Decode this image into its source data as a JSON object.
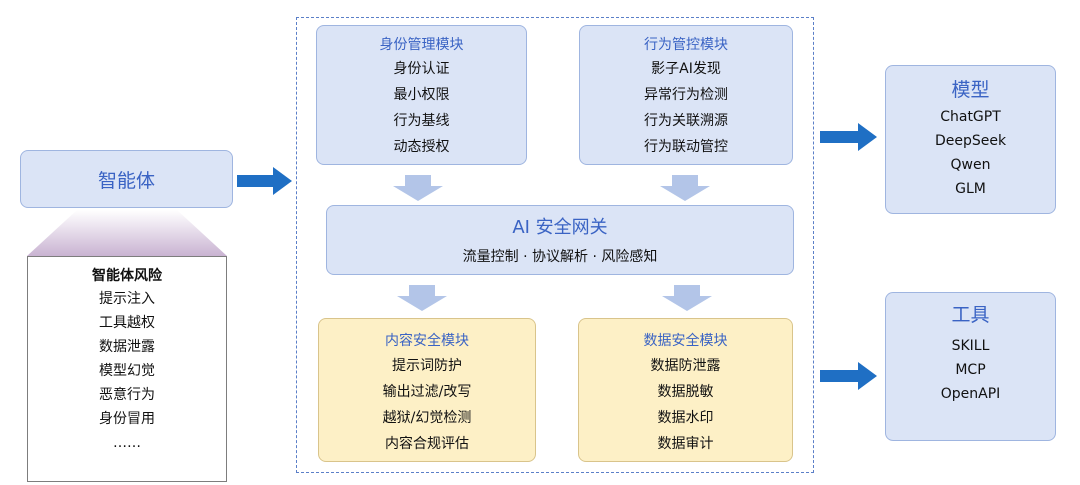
{
  "agent": {
    "label": "智能体"
  },
  "risks": {
    "title": "智能体风险",
    "items": [
      "提示注入",
      "工具越权",
      "数据泄露",
      "模型幻觉",
      "恶意行为",
      "身份冒用",
      "……"
    ]
  },
  "modules": {
    "identity": {
      "title": "身份管理模块",
      "items": [
        "身份认证",
        "最小权限",
        "行为基线",
        "动态授权"
      ]
    },
    "behavior": {
      "title": "行为管控模块",
      "items": [
        "影子AI发现",
        "异常行为检测",
        "行为关联溯源",
        "行为联动管控"
      ]
    },
    "content": {
      "title": "内容安全模块",
      "items": [
        "提示词防护",
        "输出过滤/改写",
        "越狱/幻觉检测",
        "内容合规评估"
      ]
    },
    "data": {
      "title": "数据安全模块",
      "items": [
        "数据防泄露",
        "数据脱敏",
        "数据水印",
        "数据审计"
      ]
    }
  },
  "gateway": {
    "title": "AI 安全网关",
    "subtitle": "流量控制 · 协议解析 · 风险感知"
  },
  "models": {
    "title": "模型",
    "items": [
      "ChatGPT",
      "DeepSeek",
      "Qwen",
      "GLM"
    ]
  },
  "tools": {
    "title": "工具",
    "items": [
      "SKILL",
      "MCP",
      "OpenAPI"
    ]
  },
  "colors": {
    "module_blue": "#dbe4f6",
    "module_yellow": "#fdf0c6",
    "title_blue": "#3a63c4",
    "arrow_blue": "#1f6fc4",
    "arrow_light": "#b3c5e8"
  }
}
